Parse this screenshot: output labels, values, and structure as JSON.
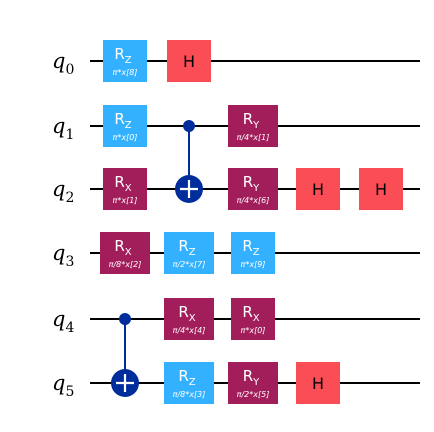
{
  "colors": {
    "wire": "#000000",
    "rz": "#33b1ff",
    "rxry": "#a11e5a",
    "h": "#fa4d56",
    "control": "#002d9c",
    "param_text": "#ffffff"
  },
  "qubits": [
    {
      "name": "q",
      "index": "0"
    },
    {
      "name": "q",
      "index": "1"
    },
    {
      "name": "q",
      "index": "2"
    },
    {
      "name": "q",
      "index": "3"
    },
    {
      "name": "q",
      "index": "4"
    },
    {
      "name": "q",
      "index": "5"
    }
  ],
  "gates": [
    {
      "type": "rz",
      "letter": "R",
      "sub": "Z",
      "param": "π*x[8]",
      "qubit": 0,
      "column": 0
    },
    {
      "type": "h",
      "letter": "H",
      "qubit": 0,
      "column": 1
    },
    {
      "type": "rz",
      "letter": "R",
      "sub": "Z",
      "param": "π*x[0]",
      "qubit": 1,
      "column": 0
    },
    {
      "type": "rx",
      "letter": "R",
      "sub": "X",
      "param": "π*x[1]",
      "qubit": 2,
      "column": 0
    },
    {
      "type": "cx",
      "control": 1,
      "target": 2,
      "column": 1
    },
    {
      "type": "ry",
      "letter": "R",
      "sub": "Y",
      "param": "π/4*x[1]",
      "qubit": 1,
      "column": 2
    },
    {
      "type": "ry",
      "letter": "R",
      "sub": "Y",
      "param": "π/4*x[6]",
      "qubit": 2,
      "column": 2
    },
    {
      "type": "h",
      "letter": "H",
      "qubit": 2,
      "column": 3
    },
    {
      "type": "h",
      "letter": "H",
      "qubit": 2,
      "column": 4
    },
    {
      "type": "rx",
      "letter": "R",
      "sub": "X",
      "param": "π/8*x[2]",
      "qubit": 3,
      "column": 0
    },
    {
      "type": "rz",
      "letter": "R",
      "sub": "Z",
      "param": "π/2*x[7]",
      "qubit": 3,
      "column": 1
    },
    {
      "type": "rz",
      "letter": "R",
      "sub": "Z",
      "param": "π*x[9]",
      "qubit": 3,
      "column": 2
    },
    {
      "type": "cx",
      "control": 4,
      "target": 5,
      "column": 0
    },
    {
      "type": "rx",
      "letter": "R",
      "sub": "X",
      "param": "π/4*x[4]",
      "qubit": 4,
      "column": 1
    },
    {
      "type": "rx",
      "letter": "R",
      "sub": "X",
      "param": "π*x[0]",
      "qubit": 4,
      "column": 2
    },
    {
      "type": "rz",
      "letter": "R",
      "sub": "Z",
      "param": "π/8*x[3]",
      "qubit": 5,
      "column": 1
    },
    {
      "type": "ry",
      "letter": "R",
      "sub": "Y",
      "param": "π/2*x[5]",
      "qubit": 5,
      "column": 2
    },
    {
      "type": "h",
      "letter": "H",
      "qubit": 5,
      "column": 3
    }
  ]
}
